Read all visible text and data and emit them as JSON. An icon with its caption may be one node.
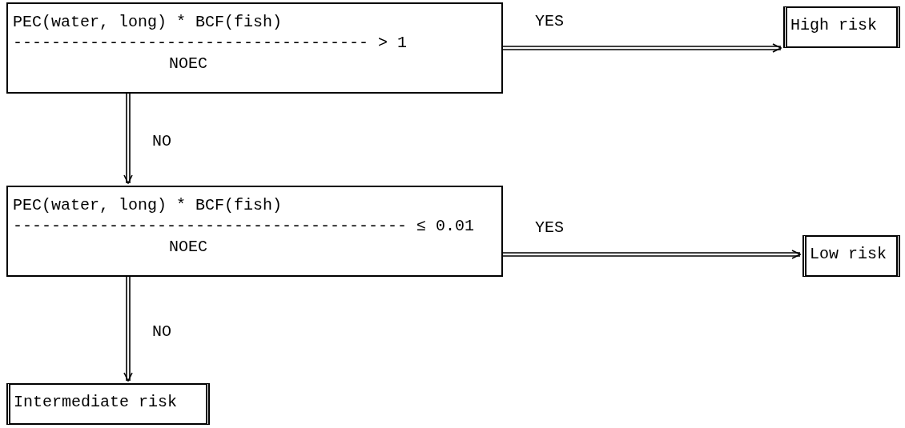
{
  "diagram": {
    "nodes": [
      {
        "text": [
          "PEC(water, long) * BCF(fish)",
          "------------------------------------- > 1",
          "NOEC"
        ]
      },
      {
        "text": [
          "High risk"
        ]
      },
      {
        "text": [
          "PEC(water, long) * BCF(fish)",
          "----------------------------------------- ≤ 0.01",
          "NOEC"
        ]
      },
      {
        "text": [
          "Low risk"
        ]
      },
      {
        "text": [
          "Intermediate risk"
        ]
      }
    ],
    "edges": [
      {
        "from": 0,
        "to": 1,
        "arrow": "to",
        "label": "YES"
      },
      {
        "from": 0,
        "to": 2,
        "arrow": "to",
        "label": "NO"
      },
      {
        "from": 2,
        "to": 3,
        "arrow": "to",
        "label": "YES"
      },
      {
        "from": 2,
        "to": 4,
        "arrow": "to",
        "label": "NO"
      }
    ]
  }
}
